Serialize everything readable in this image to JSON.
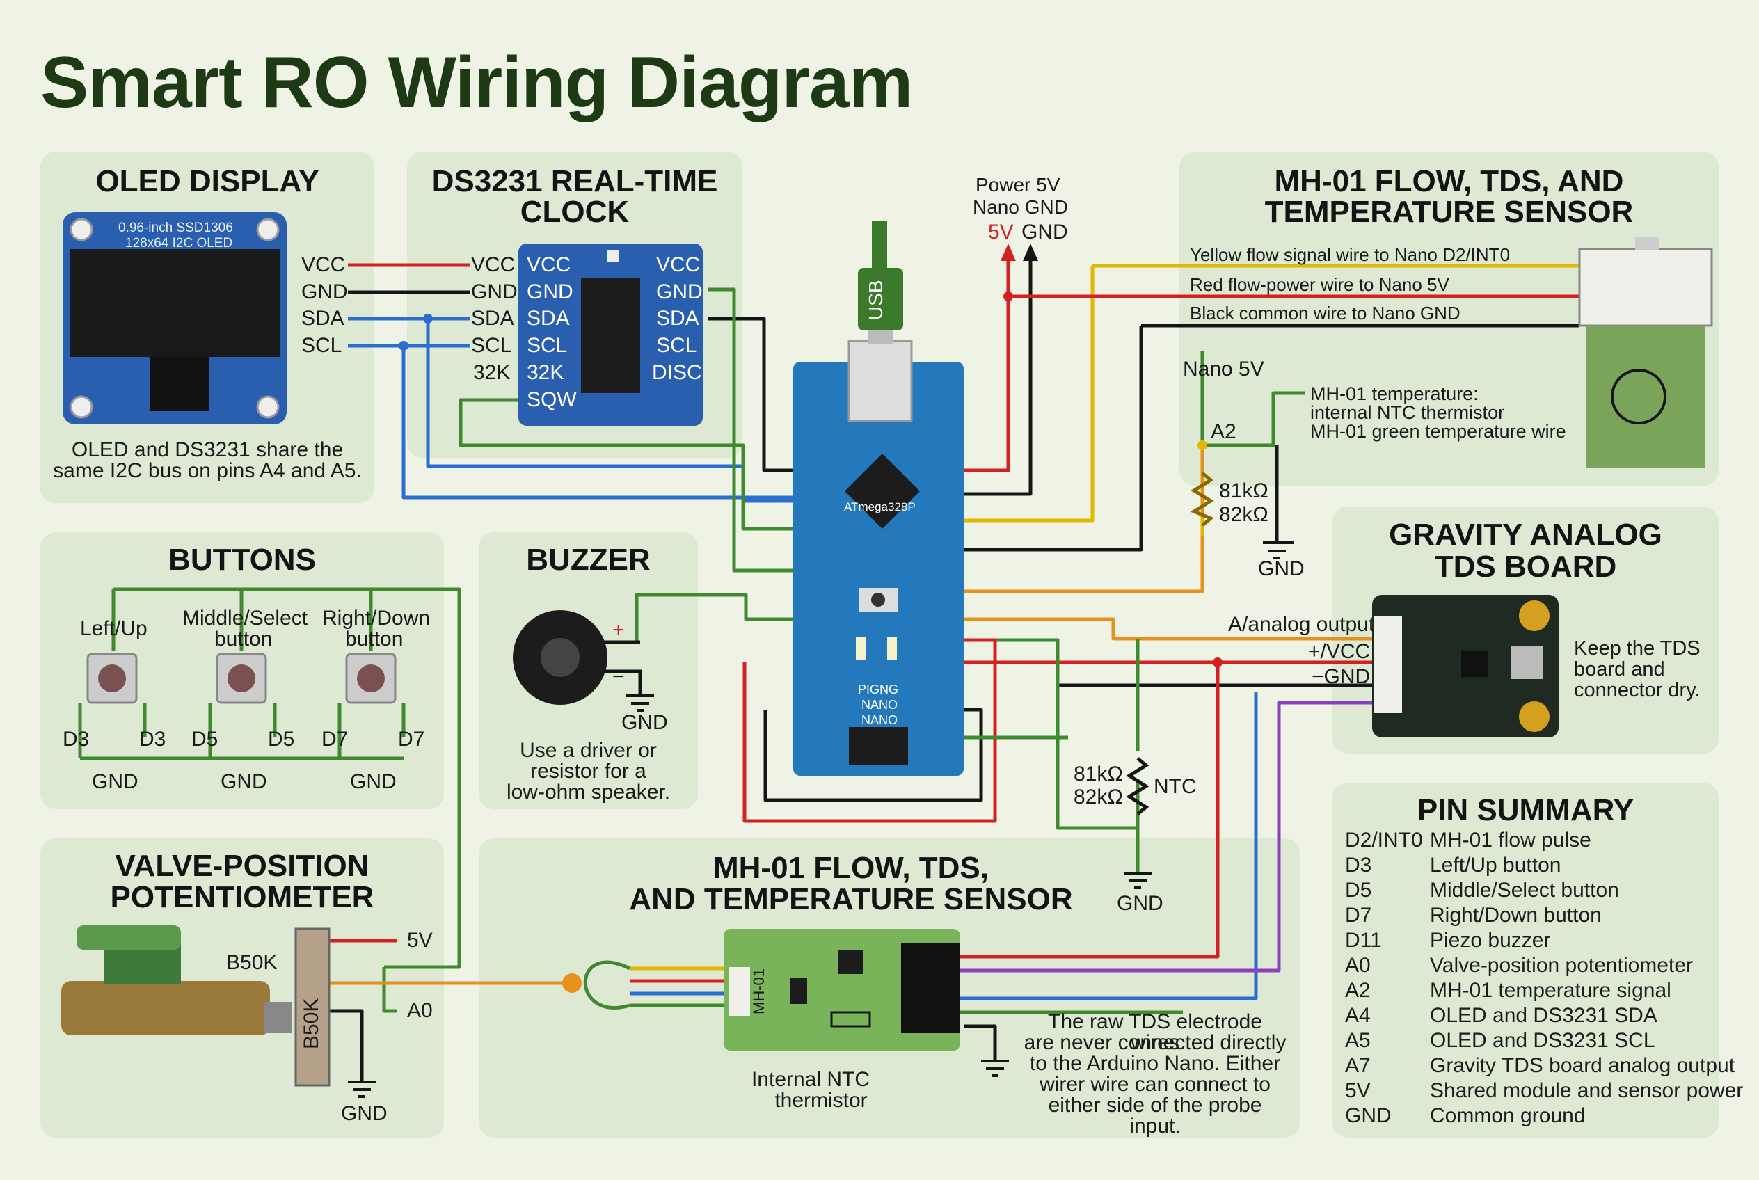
{
  "title": "Smart RO Wiring Diagram",
  "oled": {
    "title": "OLED DISPLAY",
    "module_label_1": "0.96-inch SSD1306",
    "module_label_2": "128x64 I2C OLED",
    "pins": [
      "VCC",
      "GND",
      "SDA",
      "SCL"
    ],
    "caption_1": "OLED and DS3231 share the",
    "caption_2": "same I2C bus on pins A4 and A5."
  },
  "rtc": {
    "title_1": "DS3231 REAL-TIME",
    "title_2": "CLOCK",
    "outer_pins": [
      "VCC",
      "GND",
      "SDA",
      "SCL",
      "32K"
    ],
    "left_pins": [
      "VCC",
      "GND",
      "SDA",
      "SCL",
      "32K",
      "SQW"
    ],
    "right_pins": [
      "VCC",
      "GND",
      "SDA",
      "SCL",
      "DISC"
    ]
  },
  "nano": {
    "chip": "ATmega328P",
    "usb": "USB",
    "board_label_1": "PIGNG",
    "board_label_2": "NANO",
    "board_label_3": "NANO",
    "power_label_1": "Power 5V",
    "power_label_2": "Nano GND",
    "arrow_5v": "5V",
    "arrow_gnd": "GND"
  },
  "flow_top": {
    "title_1": "MH-01 FLOW, TDS, AND",
    "title_2": "TEMPERATURE SENSOR",
    "wire_yellow": "Yellow flow signal wire to Nano D2/INT0",
    "wire_red": "Red flow-power wire to Nano 5V",
    "wire_black": "Black common wire to Nano GND",
    "nano5v": "Nano 5V",
    "a2": "A2",
    "temp_1": "MH-01 temperature:",
    "temp_2": "internal NTC thermistor",
    "temp_3": "MH-01 green temperature wire",
    "r1": "81kΩ",
    "r2": "82kΩ",
    "gnd": "GND"
  },
  "tds": {
    "title_1": "GRAVITY ANALOG",
    "title_2": "TDS BOARD",
    "analog": "A/analog output",
    "vcc": "+/VCC",
    "gnd": "−GND",
    "note_1": "Keep the TDS",
    "note_2": "board and",
    "note_3": "connector dry.",
    "ntc": "NTC",
    "r1": "81kΩ",
    "r2": "82kΩ",
    "gnd_label": "GND"
  },
  "buttons": {
    "title": "BUTTONS",
    "b1": "Left/Up",
    "b2_1": "Middle/Select",
    "b2_2": "button",
    "b3_1": "Right/Down",
    "b3_2": "button",
    "pins": [
      "D3",
      "D3",
      "D5",
      "D5",
      "D7",
      "D7"
    ],
    "gnd": "GND"
  },
  "buzzer": {
    "title": "BUZZER",
    "plus": "+",
    "minus": "−",
    "gnd": "GND",
    "cap_1": "Use a driver or",
    "cap_2": "resistor for a",
    "cap_3": "low-ohm speaker."
  },
  "pot": {
    "title_1": "VALVE-POSITION",
    "title_2": "POTENTIOMETER",
    "b50k": "B50K",
    "body": "B50K",
    "v5": "5V",
    "a0": "A0",
    "gnd": "GND"
  },
  "flow_bottom": {
    "title_1": "MH-01 FLOW, TDS,",
    "title_2": "AND TEMPERATURE SENSOR",
    "board": "MH-01",
    "ntc_1": "Internal NTC",
    "ntc_2": "thermistor",
    "note_1": "The raw TDS electrode wires",
    "note_2": "are never connected directly",
    "note_3": "to the Arduino Nano. Either",
    "note_4": "wirer wire can connect to",
    "note_5": "either side of the probe input."
  },
  "summary": {
    "title": "PIN SUMMARY",
    "rows": [
      {
        "pin": "D2/INT0",
        "desc": "MH-01 flow pulse"
      },
      {
        "pin": "D3",
        "desc": "Left/Up button"
      },
      {
        "pin": "D5",
        "desc": "Middle/Select button"
      },
      {
        "pin": "D7",
        "desc": "Right/Down button"
      },
      {
        "pin": "D11",
        "desc": "Piezo buzzer"
      },
      {
        "pin": "A0",
        "desc": "Valve-position potentiometer"
      },
      {
        "pin": "A2",
        "desc": "MH-01 temperature signal"
      },
      {
        "pin": "A4",
        "desc": "OLED and DS3231 SDA"
      },
      {
        "pin": "A5",
        "desc": "OLED and DS3231 SCL"
      },
      {
        "pin": "A7",
        "desc": "Gravity TDS board analog output"
      },
      {
        "pin": "5V",
        "desc": "Shared module and sensor power"
      },
      {
        "pin": "GND",
        "desc": "Common ground"
      }
    ]
  },
  "colors": {
    "red": "#d42020",
    "black": "#151515",
    "blue": "#2a6fd0",
    "green": "#3f8a2e",
    "yellow": "#e0b800",
    "orange": "#e8901c",
    "purple": "#8a3fc0",
    "panel": "#dde9d3"
  }
}
